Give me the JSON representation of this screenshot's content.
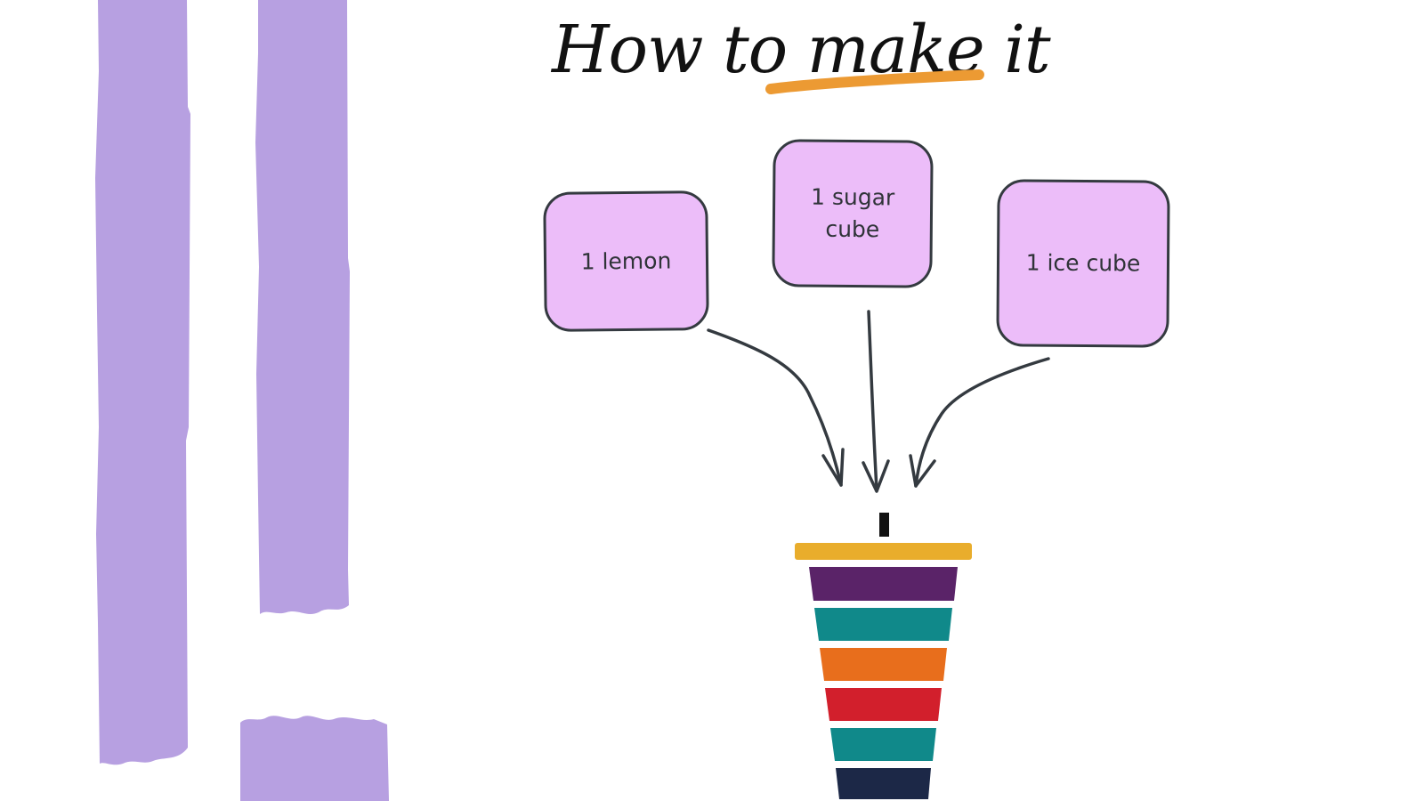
{
  "title": {
    "part1": "How to",
    "part2": "make it",
    "underline_color": "#ec9a33"
  },
  "ingredients": [
    {
      "label": "1 lemon"
    },
    {
      "label": "1 sugar\ncube"
    },
    {
      "label": "1 ice cube"
    }
  ],
  "colors": {
    "box_fill": "#ecbdf9",
    "box_stroke": "#343a40",
    "arrow": "#343a40",
    "purple_bars": "#b7a0e1",
    "cup_lid": "#e9ad2c",
    "cup_stripes": [
      "#5a2368",
      "#10898a",
      "#e86e1c",
      "#d21f2c",
      "#10898a",
      "#1c2847"
    ]
  },
  "icons": {
    "cup": "layered-drink-cup-icon",
    "arrows": "curved-arrow-icon"
  }
}
